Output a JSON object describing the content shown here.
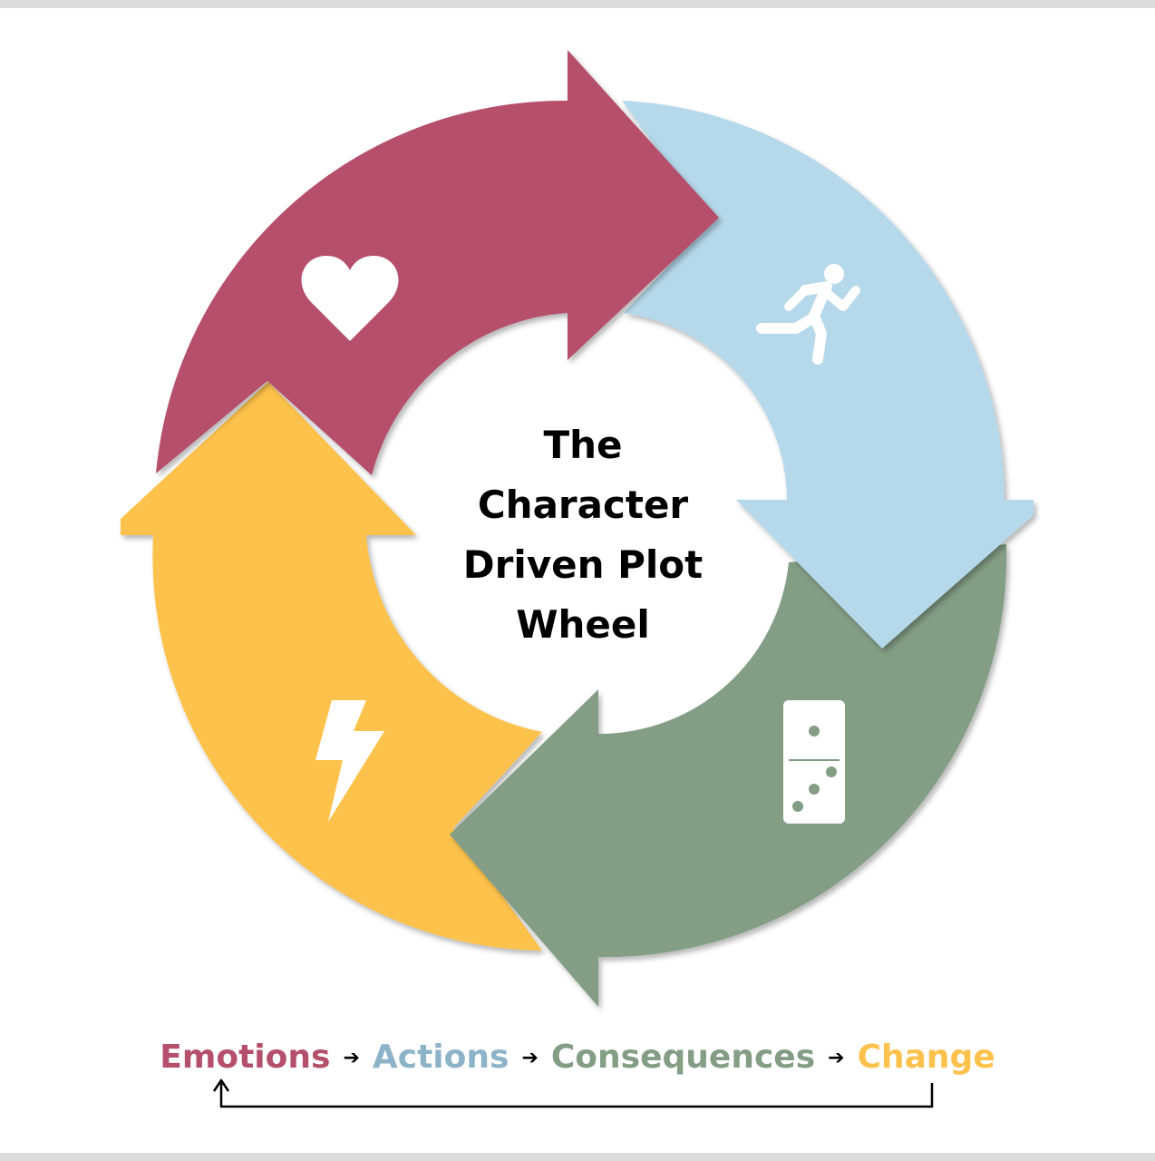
{
  "title_lines": [
    "The",
    "Character",
    "Driven Plot",
    "Wheel"
  ],
  "stages": [
    {
      "label": "Emotions",
      "icon": "heart-icon",
      "color": "#b5506c"
    },
    {
      "label": "Actions",
      "icon": "running-person-icon",
      "color": "#b5d8ea"
    },
    {
      "label": "Consequences",
      "icon": "domino-icon",
      "color": "#839e85"
    },
    {
      "label": "Change",
      "icon": "lightning-bolt-icon",
      "color": "#fdc24c"
    }
  ],
  "flow_arrow_glyph": "➔",
  "label_colors": [
    "#b5506c",
    "#8db3c8",
    "#839e85",
    "#fdc24c"
  ]
}
